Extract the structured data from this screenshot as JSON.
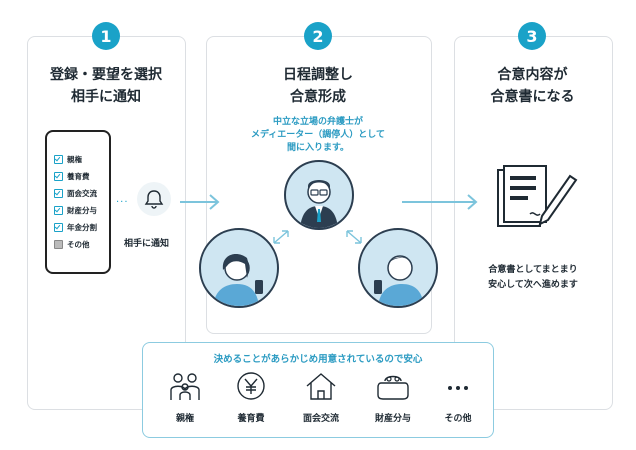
{
  "steps": [
    {
      "number": "1",
      "title_line1": "登録・要望を選択",
      "title_line2": "相手に通知"
    },
    {
      "number": "2",
      "title_line1": "日程調整し",
      "title_line2": "合意形成"
    },
    {
      "number": "3",
      "title_line1": "合意内容が",
      "title_line2": "合意書になる"
    }
  ],
  "checklist": [
    "親権",
    "養育費",
    "面会交流",
    "財産分与",
    "年金分割",
    "その他"
  ],
  "notify_label": "相手に通知",
  "mediator_caption": [
    "中立な立場の弁護士が",
    "メディエーター（調停人）として",
    "間に入ります。"
  ],
  "step3_caption": [
    "合意書としてまとまり",
    "安心して次へ進めます"
  ],
  "banner": {
    "title": "決めることがあらかじめ用意されているので安心",
    "items": [
      {
        "label": "親権",
        "icon": "parents-child-icon"
      },
      {
        "label": "養育費",
        "icon": "yen-coin-icon"
      },
      {
        "label": "面会交流",
        "icon": "house-icon"
      },
      {
        "label": "財産分与",
        "icon": "wallet-icon"
      },
      {
        "label": "その他",
        "icon": "ellipsis-icon"
      }
    ]
  },
  "colors": {
    "accent": "#1aa2c8",
    "caption": "#2b9bc2",
    "arrow": "#7cc4dc",
    "avatar_bg": "#cfe6f2"
  }
}
